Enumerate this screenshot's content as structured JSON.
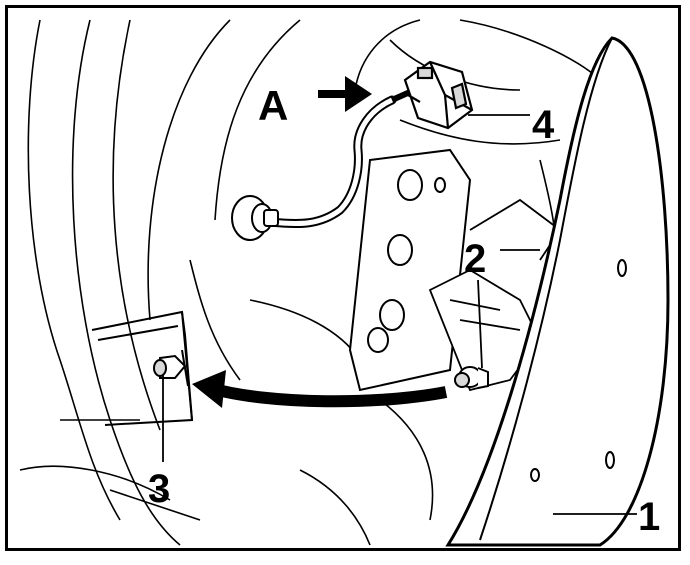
{
  "callouts": {
    "label_1": "1",
    "label_2": "2",
    "label_3": "3",
    "label_4": "4",
    "label_a": "A"
  },
  "colors": {
    "ink": "#000000",
    "paper": "#ffffff",
    "shade": "#d9d9d9"
  }
}
